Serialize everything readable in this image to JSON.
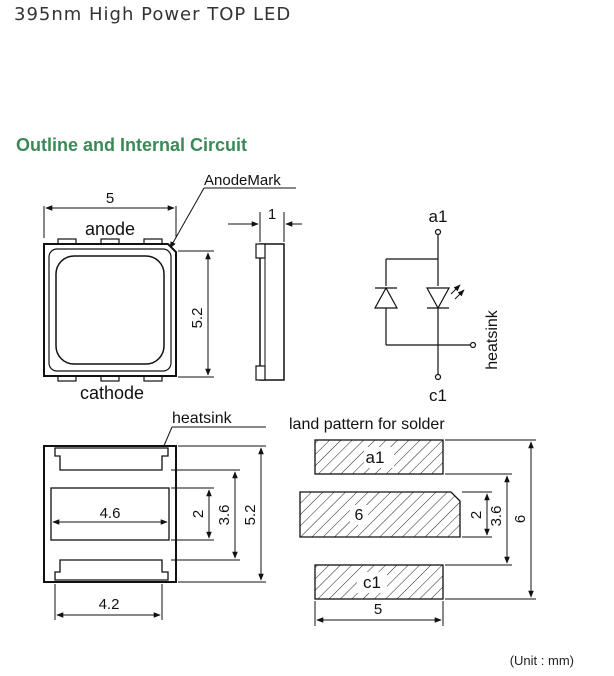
{
  "header": {
    "title": "395nm High Power TOP LED",
    "section_title": "Outline and Internal Circuit",
    "unit_note": "(Unit : mm)"
  },
  "top_view": {
    "width_dim": "5",
    "anode_label": "anode",
    "anode_mark_label": "AnodeMark",
    "height_dim": "5.2",
    "cathode_label": "cathode"
  },
  "side_view": {
    "thickness_dim": "1"
  },
  "circuit": {
    "anode_terminal": "a1",
    "cathode_terminal": "c1",
    "heatsink_label": "heatsink"
  },
  "bottom_view": {
    "heatsink_label": "heatsink",
    "pad_width_dim": "4.6",
    "dim_2": "2",
    "dim_3_6": "3.6",
    "dim_5_2": "5.2",
    "bottom_width_dim": "4.2"
  },
  "land_pattern": {
    "title": "land pattern for solder",
    "pad_a_label": "a1",
    "pad_center_label": "6",
    "pad_c_label": "c1",
    "dim_2": "2",
    "dim_3_6": "3.6",
    "dim_6": "6",
    "width_dim": "5"
  }
}
